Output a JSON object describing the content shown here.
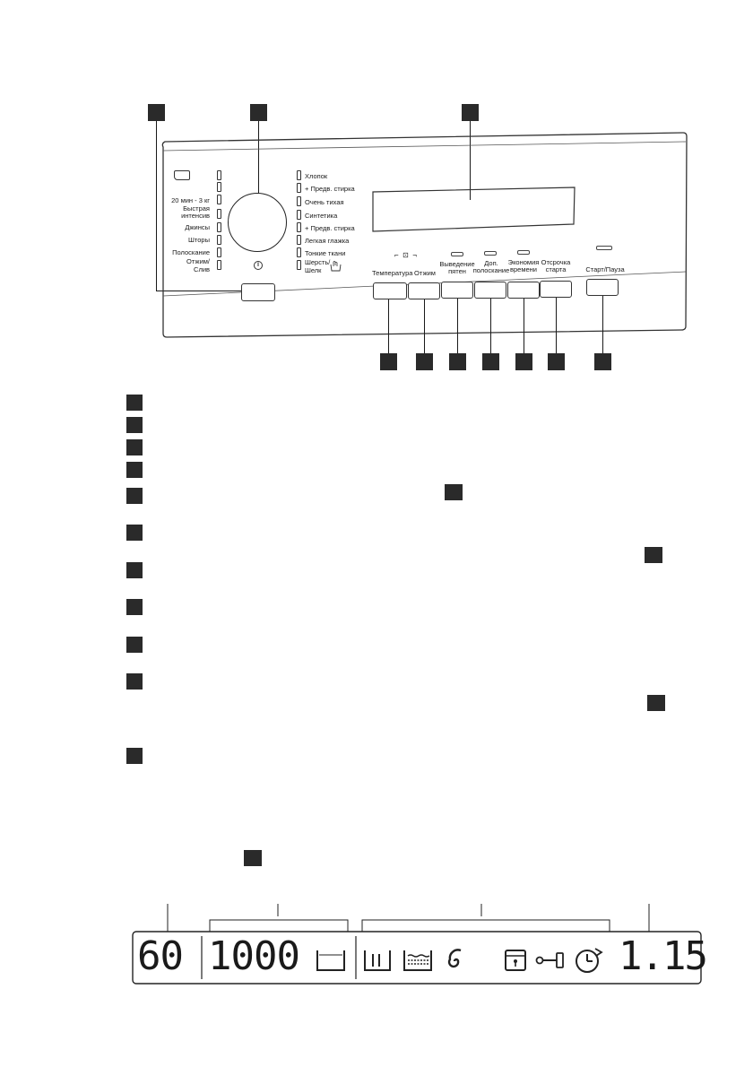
{
  "panel": {
    "program_left": [
      {
        "label": "20 мин - 3 кг"
      },
      {
        "label": "Быстрая интенсив"
      },
      {
        "label": "Джинсы"
      },
      {
        "label": "Шторы"
      },
      {
        "label": "Полоскание"
      },
      {
        "label": "Отжим/ Слив"
      }
    ],
    "program_right": [
      {
        "label": "Хлопок"
      },
      {
        "label": "+ Предв. стирка"
      },
      {
        "label": "Очень тихая"
      },
      {
        "label": "Синтетика"
      },
      {
        "label": "+ Предв. стирка"
      },
      {
        "label": "Легкая глажка"
      },
      {
        "label": "Тонкие ткани"
      },
      {
        "label": "Шерсть/ Шелк"
      }
    ],
    "buttons": {
      "temperature": "Температура",
      "spin": "Отжим",
      "stain": "Выведение пятен",
      "rinse": "Доп. полоскание",
      "time_save": "Экономия времени",
      "delay": "Отсрочка старта",
      "start": "Старт/Пауза"
    }
  },
  "display": {
    "temperature": "60",
    "spin_speed": "1000",
    "time": "1.15"
  }
}
